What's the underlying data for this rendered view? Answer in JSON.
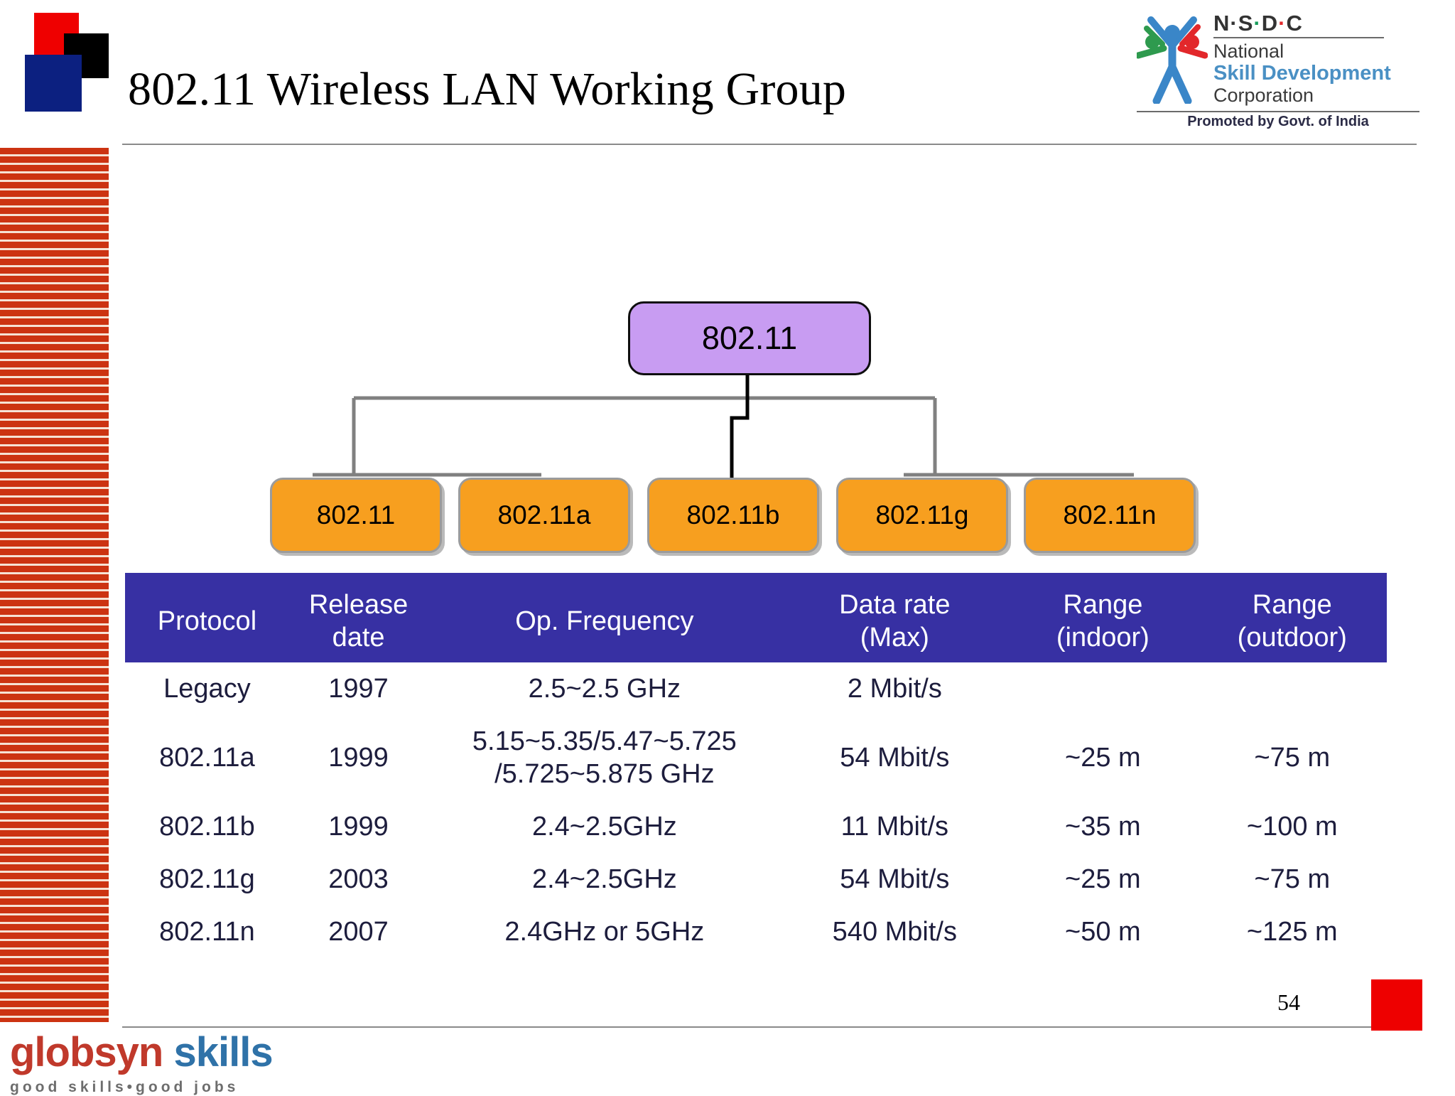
{
  "slide": {
    "title": "802.11 Wireless LAN Working Group",
    "page_number": "54"
  },
  "brand_logo": {
    "square_red": "red-square",
    "square_black": "black-square",
    "square_blue": "blue-square",
    "colors": {
      "red": "#ef0000",
      "black": "#000000",
      "blue": "#0c2080"
    }
  },
  "nsdc_logo": {
    "acronym_letters": [
      "N",
      "S",
      "D",
      "C"
    ],
    "line1": "National",
    "line2": "Skill Development",
    "line3": "Corporation",
    "promoted": "Promoted by Govt. of India",
    "colors": {
      "skill_blue": "#4a90c4",
      "figure_blue": "#3a86c8",
      "figure_green": "#2e9a4e",
      "figure_red": "#e2282b"
    }
  },
  "diagram": {
    "root": {
      "label": "802.11",
      "fill": "#c89cf2",
      "border": "#0e0e0e"
    },
    "children": [
      {
        "label": "802.11"
      },
      {
        "label": "802.11a"
      },
      {
        "label": "802.11b"
      },
      {
        "label": "802.11g"
      },
      {
        "label": "802.11n"
      }
    ],
    "child_fill": "#f79f1f",
    "child_border": "#9b9b9b",
    "connector_color": "#808080",
    "highlight_connector_color": "#000000"
  },
  "table": {
    "header_bg": "#3730a3",
    "header_color": "#ffffff",
    "body_color": "#1d1d3d",
    "columns": [
      "Protocol",
      "Release\ndate",
      "Op. Frequency",
      "Data rate\n(Max)",
      "Range\n(indoor)",
      "Range\n(outdoor)"
    ],
    "columns_parts": [
      {
        "l1": "Protocol",
        "l2": ""
      },
      {
        "l1": "Release",
        "l2": "date"
      },
      {
        "l1": "Op. Frequency",
        "l2": ""
      },
      {
        "l1": "Data rate",
        "l2": "(Max)"
      },
      {
        "l1": "Range",
        "l2": "(indoor)"
      },
      {
        "l1": "Range",
        "l2": "(outdoor)"
      }
    ],
    "rows": [
      {
        "protocol": "Legacy",
        "release_date": "1997",
        "op_frequency_l1": "2.5~2.5 GHz",
        "op_frequency_l2": "",
        "data_rate_max": "2 Mbit/s",
        "range_indoor": "",
        "range_outdoor": ""
      },
      {
        "protocol": "802.11a",
        "release_date": "1999",
        "op_frequency_l1": "5.15~5.35/5.47~5.725",
        "op_frequency_l2": "/5.725~5.875 GHz",
        "data_rate_max": "54 Mbit/s",
        "range_indoor": "~25 m",
        "range_outdoor": "~75 m"
      },
      {
        "protocol": "802.11b",
        "release_date": "1999",
        "op_frequency_l1": "2.4~2.5GHz",
        "op_frequency_l2": "",
        "data_rate_max": "11 Mbit/s",
        "range_indoor": "~35 m",
        "range_outdoor": "~100 m"
      },
      {
        "protocol": "802.11g",
        "release_date": "2003",
        "op_frequency_l1": "2.4~2.5GHz",
        "op_frequency_l2": "",
        "data_rate_max": "54 Mbit/s",
        "range_indoor": "~25 m",
        "range_outdoor": "~75 m"
      },
      {
        "protocol": "802.11n",
        "release_date": "2007",
        "op_frequency_l1": "2.4GHz or 5GHz",
        "op_frequency_l2": "",
        "data_rate_max": "540 Mbit/s",
        "range_indoor": "~50 m",
        "range_outdoor": "~125 m"
      }
    ]
  },
  "footer": {
    "globsyn_word1": "globsyn",
    "globsyn_word2": "skills",
    "tagline": "good skills•good jobs",
    "colors": {
      "word1": "#c0392b",
      "word2": "#2f72a8",
      "tagline": "#6d6d6d",
      "chip": "#ee0000"
    }
  },
  "sidebar": {
    "stripe_color": "#cc3311",
    "gap_color": "#f6e2d4"
  }
}
